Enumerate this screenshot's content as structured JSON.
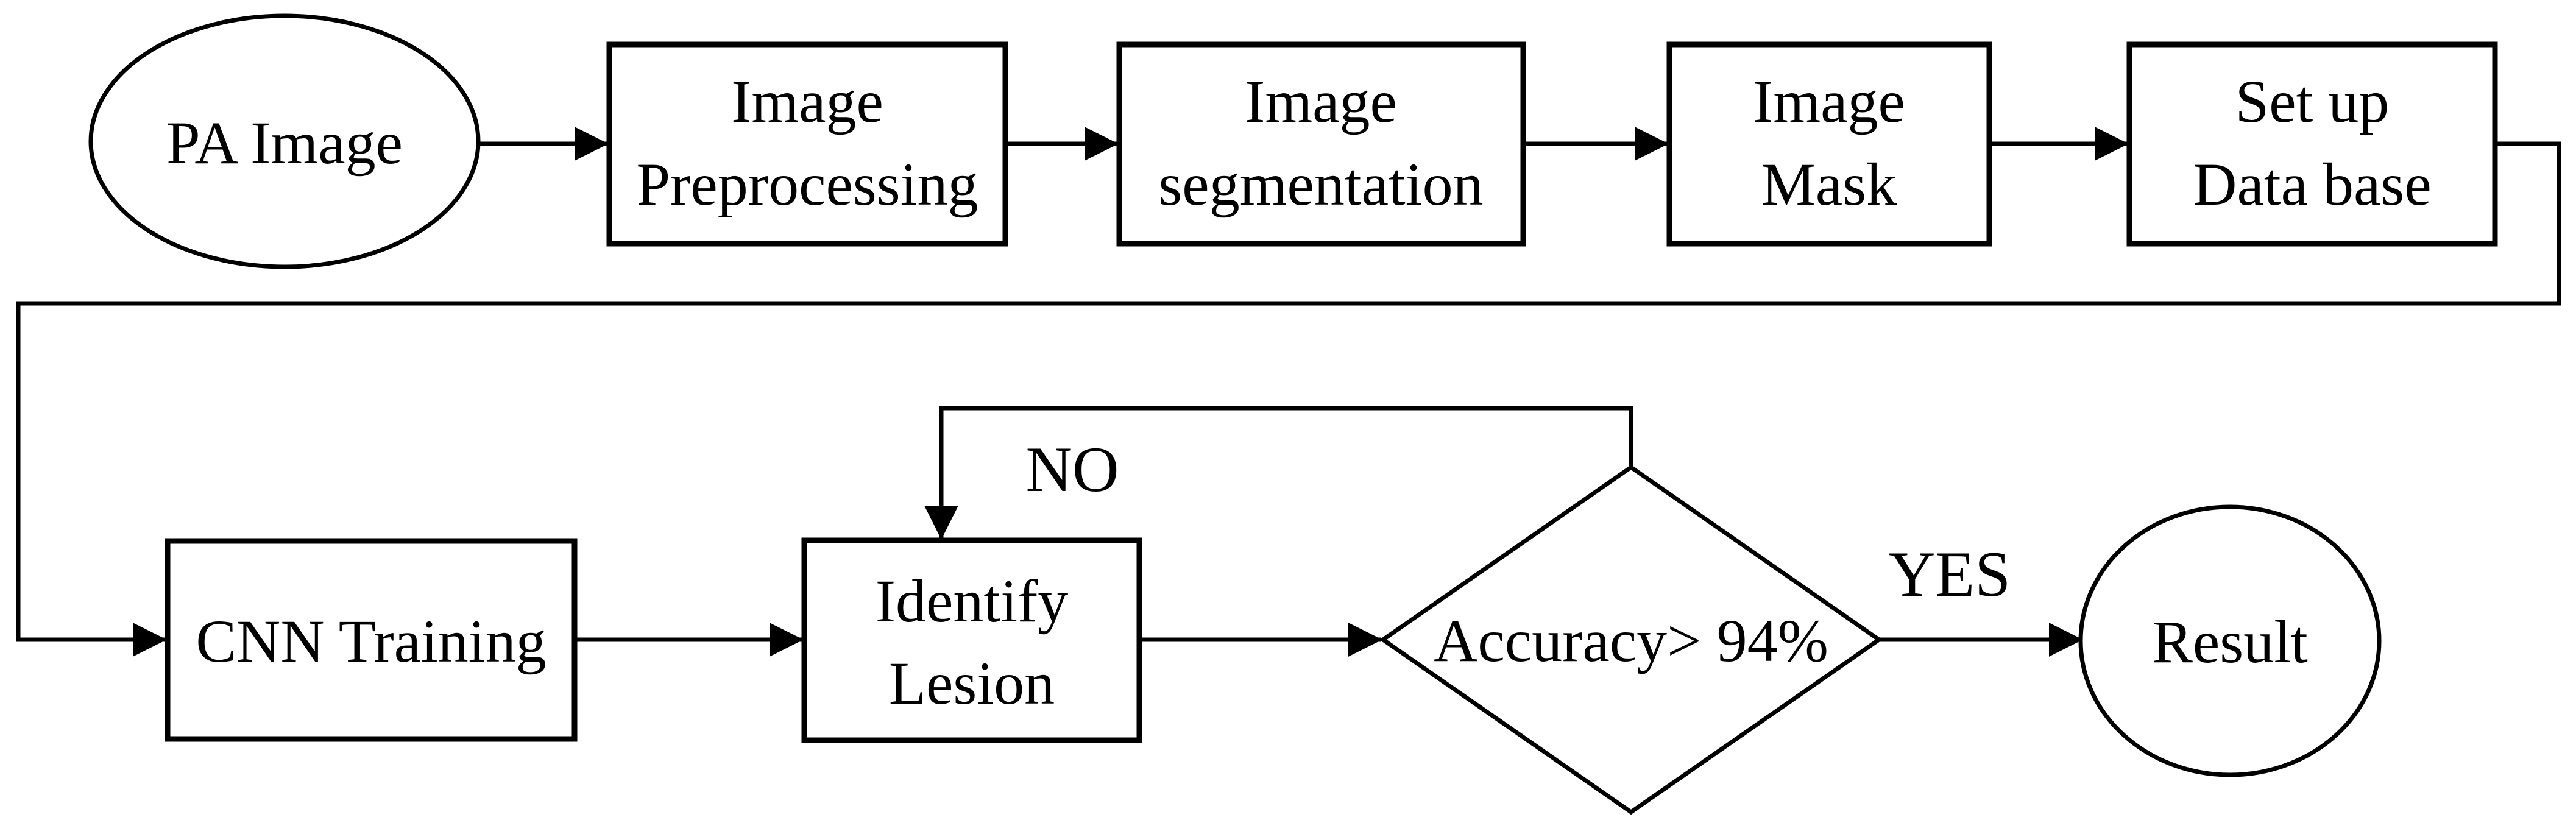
{
  "diagram": {
    "type": "flowchart",
    "background_color": "#ffffff",
    "stroke_color": "#000000",
    "text_color": "#000000",
    "nodes": {
      "pa_image": {
        "shape": "ellipse",
        "lines": [
          "PA Image"
        ]
      },
      "image_preprocessing": {
        "shape": "rect",
        "lines": [
          "Image",
          "Preprocessing"
        ]
      },
      "image_segmentation": {
        "shape": "rect",
        "lines": [
          "Image",
          "segmentation"
        ]
      },
      "image_mask": {
        "shape": "rect",
        "lines": [
          "Image",
          "Mask"
        ]
      },
      "set_up_data_base": {
        "shape": "rect",
        "lines": [
          "Set up",
          "Data base"
        ]
      },
      "cnn_training": {
        "shape": "rect",
        "lines": [
          "CNN Training"
        ]
      },
      "identify_lesion": {
        "shape": "rect",
        "lines": [
          "Identify",
          "Lesion"
        ]
      },
      "accuracy_check": {
        "shape": "diamond",
        "lines": [
          "Accuracy> 94%"
        ]
      },
      "result": {
        "shape": "ellipse",
        "lines": [
          "Result"
        ]
      }
    },
    "edges": [
      {
        "from": "pa_image",
        "to": "image_preprocessing",
        "label": ""
      },
      {
        "from": "image_preprocessing",
        "to": "image_segmentation",
        "label": ""
      },
      {
        "from": "image_segmentation",
        "to": "image_mask",
        "label": ""
      },
      {
        "from": "image_mask",
        "to": "set_up_data_base",
        "label": ""
      },
      {
        "from": "set_up_data_base",
        "to": "cnn_training",
        "label": ""
      },
      {
        "from": "cnn_training",
        "to": "identify_lesion",
        "label": ""
      },
      {
        "from": "identify_lesion",
        "to": "accuracy_check",
        "label": ""
      },
      {
        "from": "accuracy_check",
        "to": "identify_lesion",
        "label": "NO"
      },
      {
        "from": "accuracy_check",
        "to": "result",
        "label": "YES"
      }
    ]
  }
}
